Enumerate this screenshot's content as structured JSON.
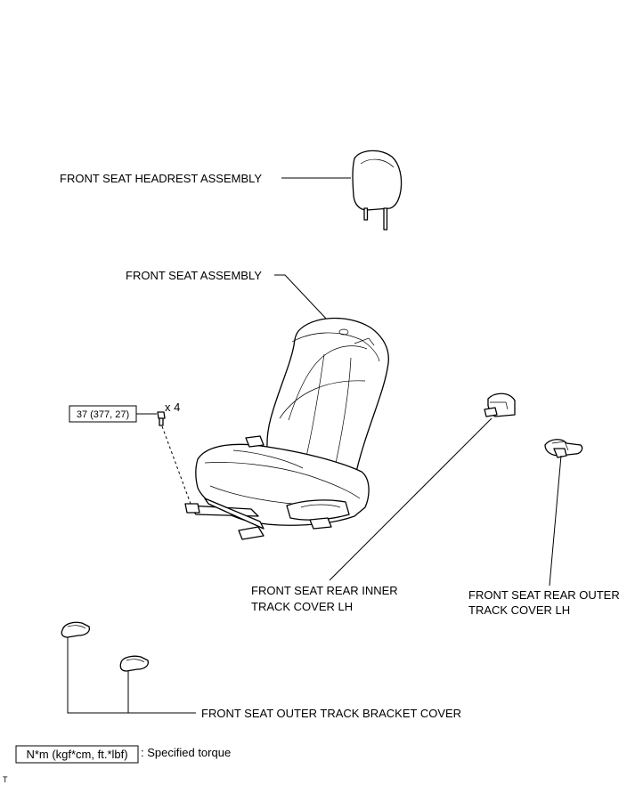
{
  "labels": {
    "headrest": "FRONT SEAT HEADREST ASSEMBLY",
    "seat": "FRONT SEAT ASSEMBLY",
    "rear_inner_l1": "FRONT SEAT REAR INNER",
    "rear_inner_l2": "TRACK COVER LH",
    "rear_outer_l1": "FRONT SEAT REAR OUTER",
    "rear_outer_l2": "TRACK COVER LH",
    "outer_bracket": "FRONT SEAT OUTER TRACK BRACKET COVER"
  },
  "torque": {
    "value": "37 (377, 27)",
    "qty": "x 4"
  },
  "legend": {
    "unit_box": "N*m (kgf*cm, ft.*lbf)",
    "description": ": Specified torque"
  },
  "corner_mark": "T"
}
